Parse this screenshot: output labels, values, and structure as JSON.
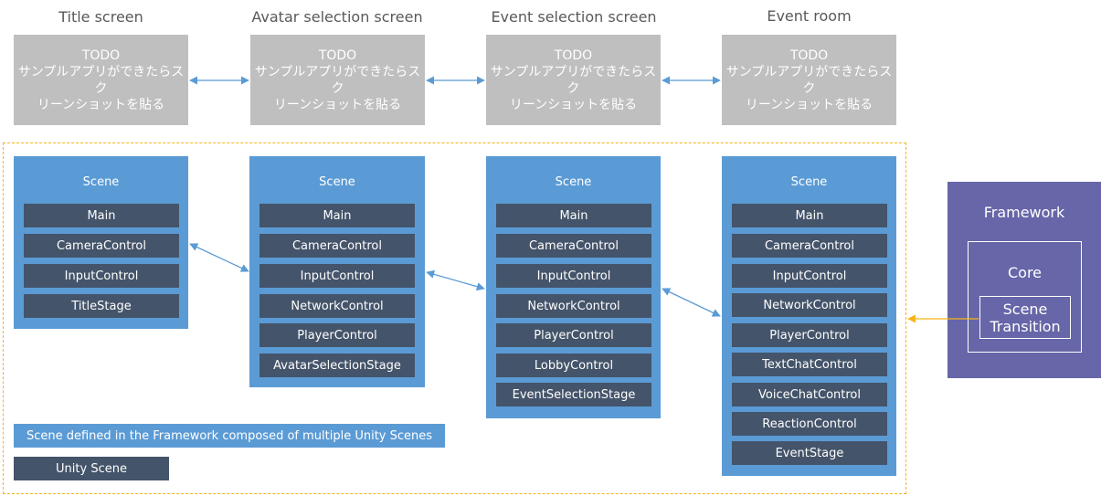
{
  "screens": [
    {
      "title": "Title screen",
      "placeholder": [
        "TODO",
        "サンプルアプリができたらスク",
        "リーンショットを貼る"
      ]
    },
    {
      "title": "Avatar selection screen",
      "placeholder": [
        "TODO",
        "サンプルアプリができたらスク",
        "リーンショットを貼る"
      ]
    },
    {
      "title": "Event selection screen",
      "placeholder": [
        "TODO",
        "サンプルアプリができたらスク",
        "リーンショットを貼る"
      ]
    },
    {
      "title": "Event room",
      "placeholder": [
        "TODO",
        "サンプルアプリができたらスク",
        "リーンショットを貼る"
      ]
    }
  ],
  "scenes": [
    {
      "label": "Scene",
      "items": [
        "Main",
        "CameraControl",
        "InputControl",
        "TitleStage"
      ]
    },
    {
      "label": "Scene",
      "items": [
        "Main",
        "CameraControl",
        "InputControl",
        "NetworkControl",
        "PlayerControl",
        "AvatarSelectionStage"
      ]
    },
    {
      "label": "Scene",
      "items": [
        "Main",
        "CameraControl",
        "InputControl",
        "NetworkControl",
        "PlayerControl",
        "LobbyControl",
        "EventSelectionStage"
      ]
    },
    {
      "label": "Scene",
      "items": [
        "Main",
        "CameraControl",
        "InputControl",
        "NetworkControl",
        "PlayerControl",
        "TextChatControl",
        "VoiceChatControl",
        "ReactionControl",
        "EventStage"
      ]
    }
  ],
  "framework": {
    "label": "Framework",
    "core_label": "Core",
    "scene_transition": [
      "Scene",
      "Transition"
    ]
  },
  "legend": {
    "framework_scene": "Scene defined in the Framework composed of multiple Unity Scenes",
    "unity_scene": "Unity Scene"
  },
  "colors": {
    "scene": "#5b9bd5",
    "unity_scene": "#44546a",
    "placeholder": "#bfbfbf",
    "framework": "#6666a8",
    "dashed_border": "#f5b417",
    "arrow_blue": "#5b9bd5",
    "arrow_orange": "#f5b417"
  }
}
